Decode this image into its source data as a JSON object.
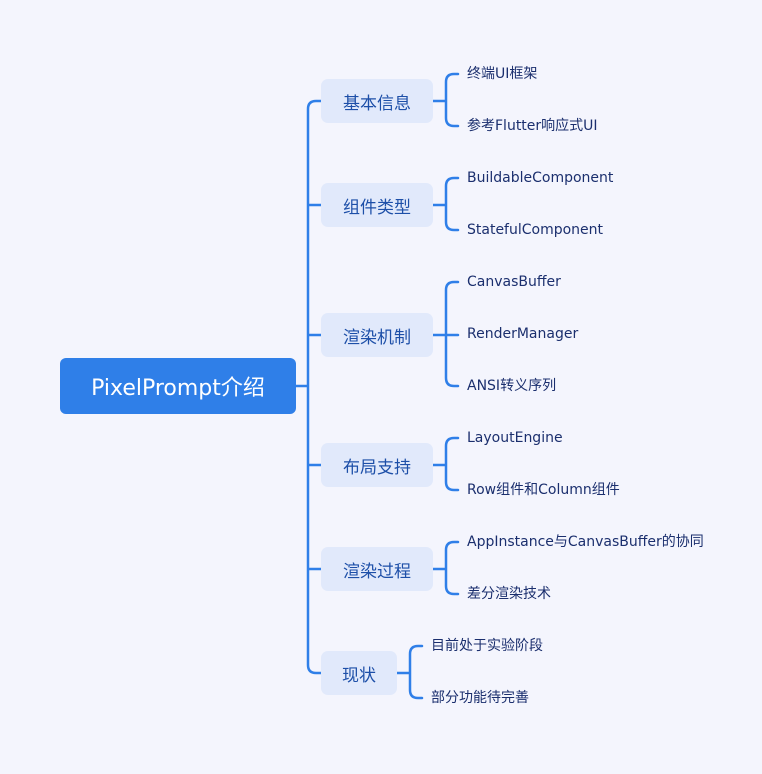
{
  "root": {
    "label": "PixelPrompt介绍"
  },
  "branches": [
    {
      "label": "基本信息",
      "children": [
        "终端UI框架",
        "参考Flutter响应式UI"
      ]
    },
    {
      "label": "组件类型",
      "children": [
        "BuildableComponent",
        "StatefulComponent"
      ]
    },
    {
      "label": "渲染机制",
      "children": [
        "CanvasBuffer",
        "RenderManager",
        "ANSI转义序列"
      ]
    },
    {
      "label": "布局支持",
      "children": [
        "LayoutEngine",
        "Row组件和Column组件"
      ]
    },
    {
      "label": "渲染过程",
      "children": [
        "AppInstance与CanvasBuffer的协同",
        "差分渲染技术"
      ]
    },
    {
      "label": "现状",
      "children": [
        "目前处于实验阶段",
        "部分功能待完善"
      ]
    }
  ],
  "colors": {
    "accent": "#2f7fe8",
    "branch_bg": "#e1e9fb",
    "background": "#f4f5fd"
  }
}
